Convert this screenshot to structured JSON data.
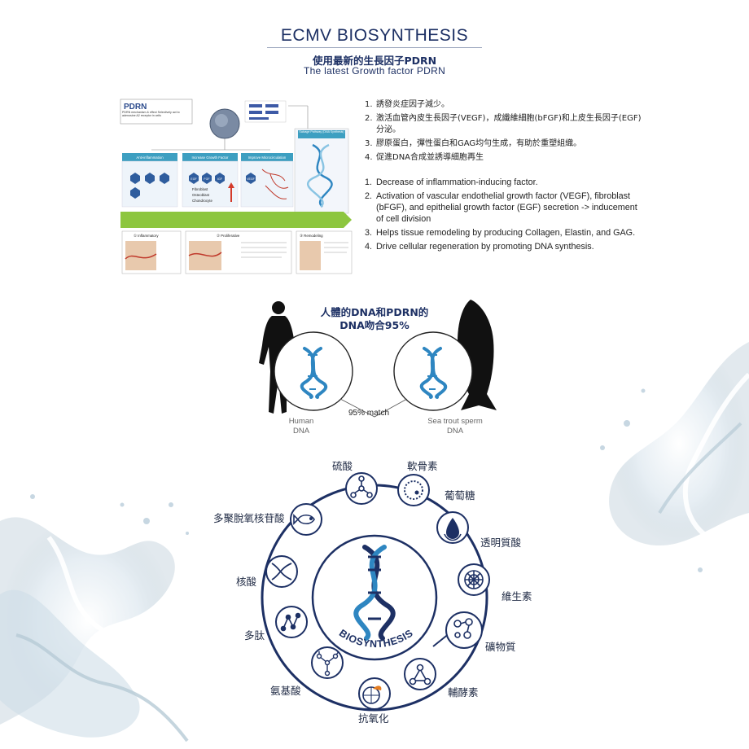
{
  "header": {
    "title": "ECMV BIOSYNTHESIS",
    "subtitle_zh": "使用最新的生長因子PDRN",
    "subtitle_en": "The latest Growth factor PDRN"
  },
  "mechanism": {
    "logo": "PDRN",
    "logo_sub": "PDRN mechanism & effect Selectively act to adenosine A2 receptor in cells",
    "col_heads": [
      "Anti-inflammation",
      "Increase Growth Factor",
      "Improve Microcirculation"
    ],
    "salvage": "Salvage Pathway (DNA Synthesis)",
    "growth_factors": [
      "EGF",
      "FGF",
      "IGF"
    ],
    "cells": [
      "Fibroblast",
      "Osteoblast",
      "Chondrocyte"
    ],
    "vegf": "VEGF",
    "stages": [
      "① Inflammatory",
      "② Proliferative",
      "③ Remodeling"
    ]
  },
  "list_zh": [
    {
      "n": "1.",
      "t": "誘發炎症因子減少。"
    },
    {
      "n": "2.",
      "t": "激活血管內皮生長因子(VEGF)，成纖維細胞(bFGF)和上皮生長因子(EGF)分泌。"
    },
    {
      "n": "3.",
      "t": "膠原蛋白，彈性蛋白和GAG均勻生成，有助於重塑組織。"
    },
    {
      "n": "4.",
      "t": "促進DNA合成並誘導細胞再生"
    }
  ],
  "list_en": [
    {
      "n": "1.",
      "t": "Decrease of inflammation-inducing factor."
    },
    {
      "n": "2.",
      "t": "Activation of vascular endothelial growth factor (VEGF), fibroblast (bFGF), and epithelial growth factor (EGF) secretion -> inducement of cell division"
    },
    {
      "n": "3.",
      "t": "Helps tissue remodeling by producing Collagen, Elastin, and GAG."
    },
    {
      "n": "4.",
      "t": "Drive cellular regeneration by promoting DNA synthesis."
    }
  ],
  "dna_compare": {
    "heading_line1": "人體的DNA和PDRN的",
    "heading_line2": "DNA吻合95%",
    "match": "95% match",
    "human_line1": "Human",
    "human_line2": "DNA",
    "trout_line1": "Sea trout sperm",
    "trout_line2": "DNA"
  },
  "wheel": {
    "center_label": "BIOSYNTHESIS",
    "items": {
      "sulfate": "硫酸",
      "chondroitin": "軟骨素",
      "glucose": "葡萄糖",
      "hyaluronic": "透明質酸",
      "vitamin": "維生素",
      "mineral": "礦物質",
      "coenzyme": "輔酵素",
      "antioxidant": "抗氧化",
      "aminoacid": "氨基酸",
      "peptide": "多肽",
      "nucleic": "核酸",
      "pdrn": "多聚脫氧核苷酸"
    }
  },
  "colors": {
    "navy": "#1d3064",
    "dna_blue": "#2e86c1",
    "green_band": "#8dc63f",
    "teal_box": "#3d9fc1"
  }
}
